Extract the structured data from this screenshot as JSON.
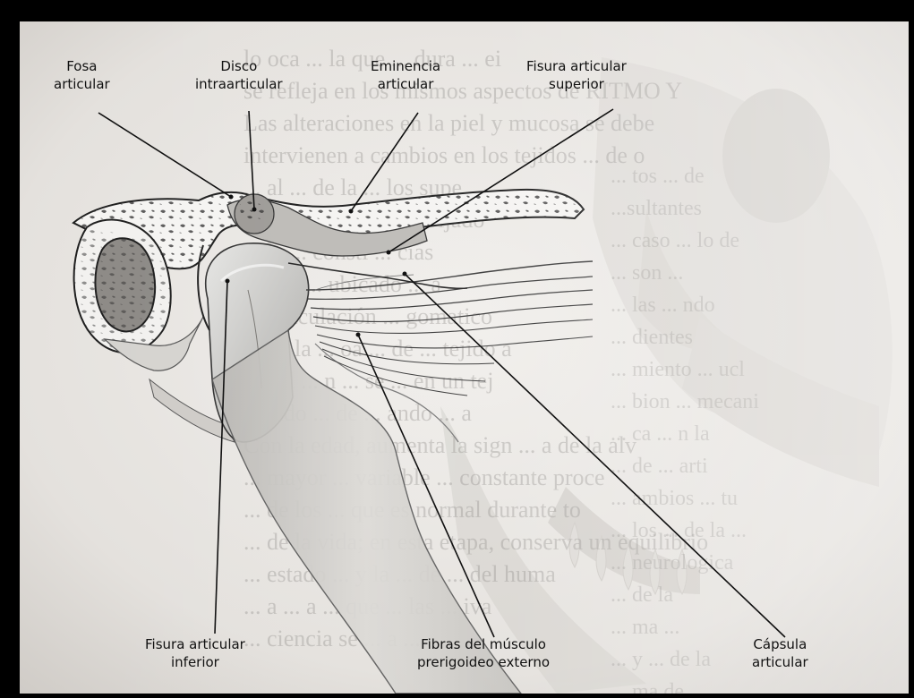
{
  "labels": {
    "fosa": [
      "Fosa",
      "articular"
    ],
    "disco": [
      "Disco",
      "intraarticular"
    ],
    "eminencia": [
      "Eminencia",
      "articular"
    ],
    "fisura_sup": [
      "Fisura articular",
      "superior"
    ],
    "fisura_inf": [
      "Fisura articular",
      "inferior"
    ],
    "fibras": [
      "Fibras del músculo",
      "prerigoideo externo"
    ],
    "capsula": [
      "Cápsula",
      "articular"
    ]
  },
  "colors": {
    "background": "#e9e6e2",
    "border": "#000000",
    "bone": "#f4f3f1",
    "ink": "#1a1a1a",
    "background_text": "#8a8784"
  },
  "background_text_lines": [
    "lo oca ... la que ... dura ... ei",
    "se refleja en los mismos aspectos de RITMO Y",
    "Las alteraciones en la piel y mucosa se debe",
    "intervienen a cambios en los tejidos ... de o",
    "... al ... de la ... los supe",
    "... des ... se ... dad ... ijado",
    "... la ... consti ... cias",
    "... son ... ubicado ... a",
    "... articulación ... gomatico",
    "... de la ... oa ... de ... tejido a",
    "... del ... n ... se ... en un tej",
    "... cido ... de ... ando ... a",
    "Con la edad, aumenta la sign ... a de la alv",
    "... mayor ... variable ... constante proce",
    "... de los ... que es normal durante to",
    "... de la vida; en esta etapa, conserva un equilibrio",
    "... estado ... y la ... de ... del huma",
    "... a ... a ... que ... las ... iva",
    "... ciencia se ... a ..."
  ],
  "background_text_right": [
    "... tos ... de",
    "...sultantes",
    "... caso ... lo de",
    "... son ...",
    "... las ... ndo",
    "... dientes",
    "... miento ... ucl",
    "... bion ... mecani",
    "... ca ... n la",
    "... de ... arti",
    "... ambios ... tu",
    "... los ... de la ...",
    "... neurologica",
    "... de la",
    "... ma ...",
    "... y ... de la",
    "... ma de"
  ]
}
